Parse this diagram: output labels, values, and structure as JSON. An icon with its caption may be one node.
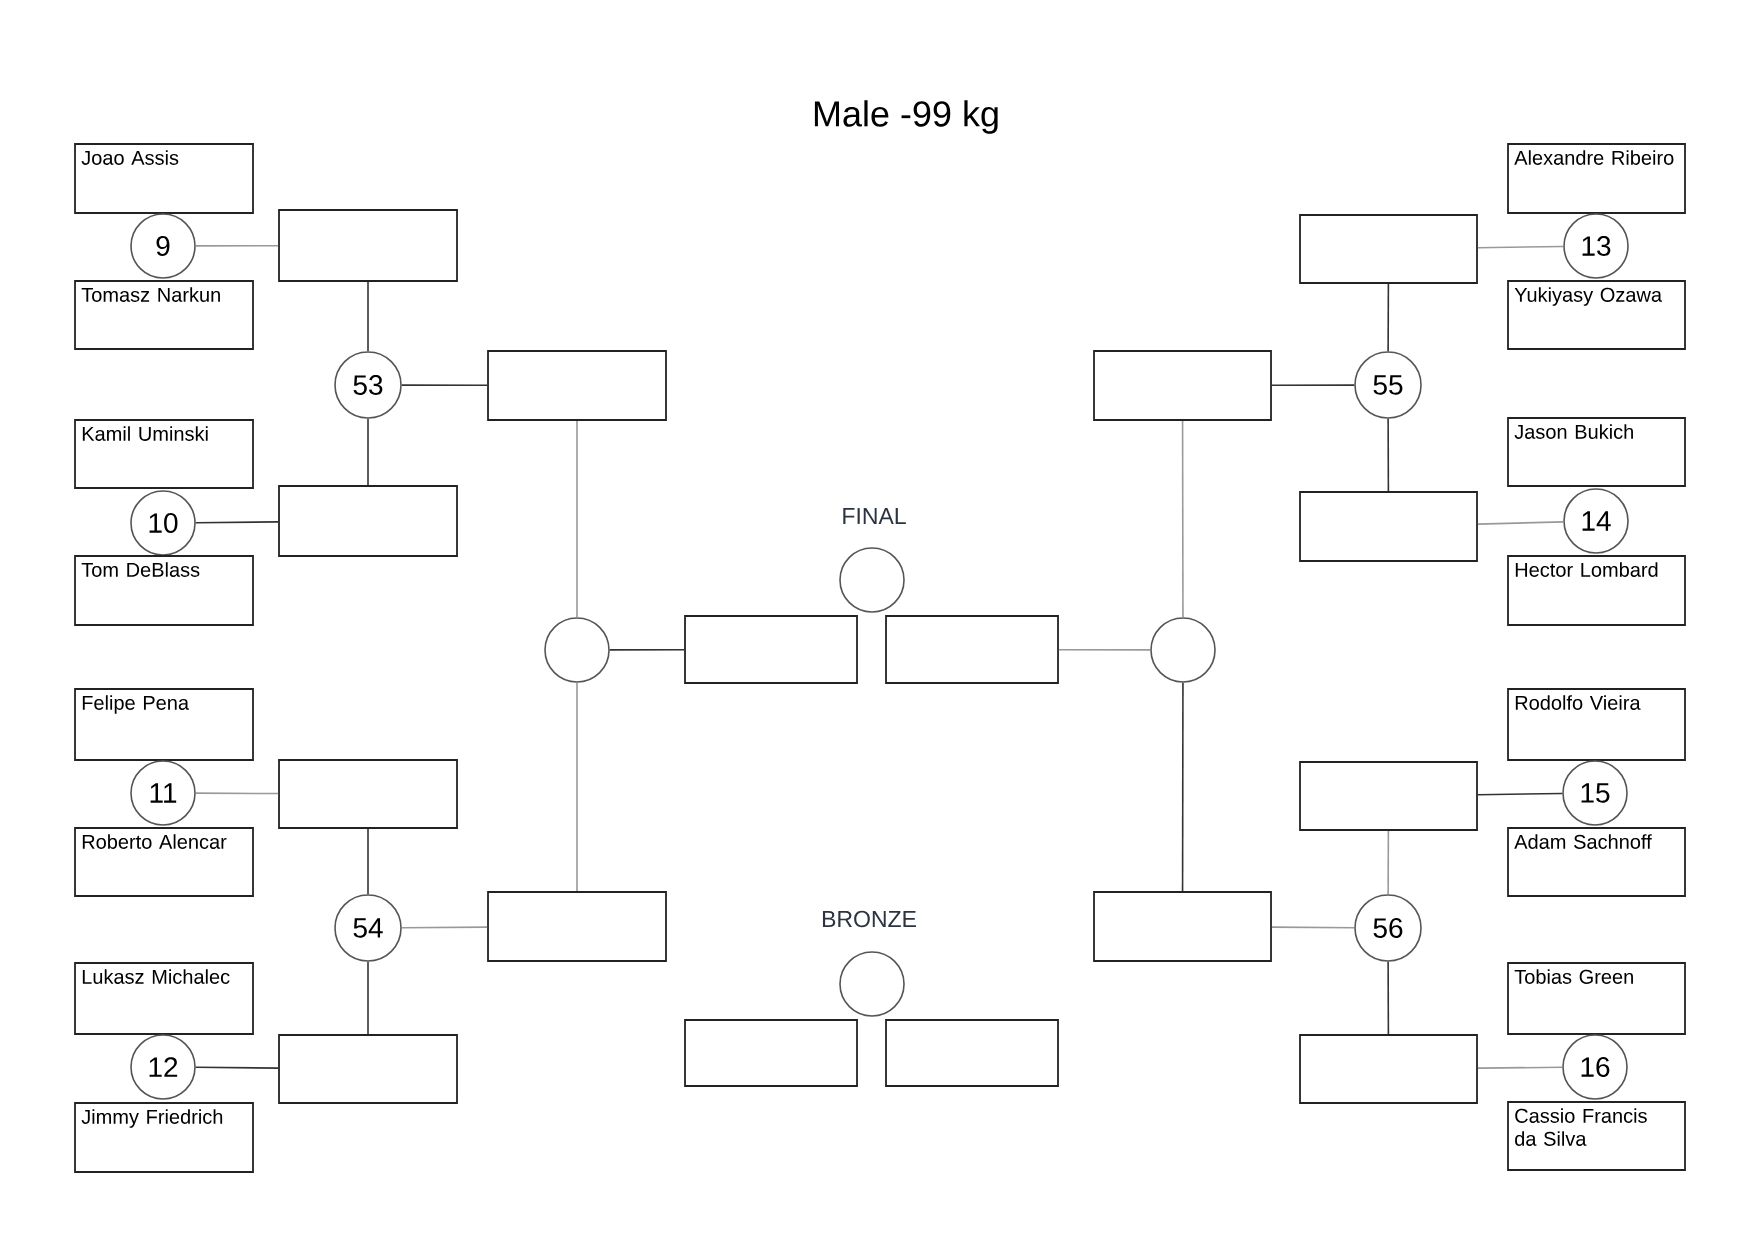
{
  "diagram": {
    "title": "Male -99 kg",
    "nodes": [
      {
        "text": [
          "Joao Assis"
        ]
      },
      {
        "text": [
          "9"
        ]
      },
      {
        "text": [
          "Tomasz Narkun"
        ]
      },
      {
        "text": [],
        "shape": "box"
      },
      {
        "text": [
          "53"
        ]
      },
      {
        "text": [],
        "shape": "box"
      },
      {
        "text": [
          "Kamil Uminski"
        ]
      },
      {
        "text": [
          "10"
        ]
      },
      {
        "text": [],
        "shape": "box"
      },
      {
        "text": [
          "Tom DeBlass"
        ]
      },
      {
        "text": [],
        "shape": "circle"
      },
      {
        "text": [
          "Felipe Pena"
        ]
      },
      {
        "text": [
          "11"
        ]
      },
      {
        "text": [],
        "shape": "box"
      },
      {
        "text": [
          "Roberto Alencar"
        ]
      },
      {
        "text": [
          "54"
        ]
      },
      {
        "text": [],
        "shape": "box"
      },
      {
        "text": [
          "Lukasz Michalec"
        ]
      },
      {
        "text": [
          "12"
        ]
      },
      {
        "text": [],
        "shape": "box"
      },
      {
        "text": [
          "Jimmy Friedrich"
        ]
      },
      {
        "text": [],
        "shape": "circle"
      },
      {
        "text": [],
        "shape": "box"
      },
      {
        "text": [],
        "shape": "box"
      },
      {
        "text": [],
        "shape": "circle"
      },
      {
        "text": [],
        "shape": "box"
      },
      {
        "text": [],
        "shape": "box"
      },
      {
        "text": [
          "Alexandre Ribeiro"
        ]
      },
      {
        "text": [
          "13"
        ]
      },
      {
        "text": [
          "Yukiyasy Ozawa"
        ]
      },
      {
        "text": [],
        "shape": "box"
      },
      {
        "text": [
          "55"
        ]
      },
      {
        "text": [],
        "shape": "box"
      },
      {
        "text": [
          "Jason Bukich"
        ]
      },
      {
        "text": [
          "14"
        ]
      },
      {
        "text": [],
        "shape": "box"
      },
      {
        "text": [
          "Hector Lombard"
        ]
      },
      {
        "text": [],
        "shape": "circle"
      },
      {
        "text": [
          "Rodolfo Vieira"
        ]
      },
      {
        "text": [
          "15"
        ]
      },
      {
        "text": [],
        "shape": "box"
      },
      {
        "text": [
          "Adam Sachnoff"
        ]
      },
      {
        "text": [
          "56"
        ]
      },
      {
        "text": [],
        "shape": "box"
      },
      {
        "text": [
          "Tobias Green"
        ]
      },
      {
        "text": [
          "16"
        ]
      },
      {
        "text": [],
        "shape": "box"
      },
      {
        "text": [
          "Cassio Francis da Silva"
        ]
      }
    ],
    "edges": [
      {
        "from": 1,
        "to": 3,
        "arrow": "none",
        "color": "#999999"
      },
      {
        "from": 3,
        "to": 4,
        "arrow": "none"
      },
      {
        "from": 4,
        "to": 8,
        "arrow": "none"
      },
      {
        "from": 7,
        "to": 8,
        "arrow": "none"
      },
      {
        "from": 4,
        "to": 5,
        "arrow": "none"
      },
      {
        "from": 5,
        "to": 10,
        "arrow": "none",
        "color": "#999999"
      },
      {
        "from": 10,
        "to": 16,
        "arrow": "none",
        "color": "#999999"
      },
      {
        "from": 10,
        "to": 22,
        "arrow": "none"
      },
      {
        "from": 12,
        "to": 13,
        "arrow": "none",
        "color": "#999999"
      },
      {
        "from": 13,
        "to": 15,
        "arrow": "none"
      },
      {
        "from": 15,
        "to": 19,
        "arrow": "none"
      },
      {
        "from": 18,
        "to": 19,
        "arrow": "none"
      },
      {
        "from": 15,
        "to": 16,
        "arrow": "none",
        "color": "#999999"
      },
      {
        "from": 28,
        "to": 30,
        "arrow": "none",
        "color": "#999999"
      },
      {
        "from": 30,
        "to": 31,
        "arrow": "none"
      },
      {
        "from": 31,
        "to": 35,
        "arrow": "none"
      },
      {
        "from": 34,
        "to": 35,
        "arrow": "none",
        "color": "#999999"
      },
      {
        "from": 31,
        "to": 32,
        "arrow": "none"
      },
      {
        "from": 32,
        "to": 37,
        "arrow": "none",
        "color": "#999999"
      },
      {
        "from": 37,
        "to": 43,
        "arrow": "none"
      },
      {
        "from": 37,
        "to": 23,
        "arrow": "none",
        "color": "#999999"
      },
      {
        "from": 39,
        "to": 40,
        "arrow": "none"
      },
      {
        "from": 40,
        "to": 42,
        "arrow": "none",
        "color": "#999999"
      },
      {
        "from": 42,
        "to": 46,
        "arrow": "none"
      },
      {
        "from": 45,
        "to": 46,
        "arrow": "none",
        "color": "#999999"
      },
      {
        "from": 42,
        "to": 43,
        "arrow": "none",
        "color": "#999999"
      }
    ],
    "labels": [
      "FINAL",
      "BRONZE"
    ]
  }
}
